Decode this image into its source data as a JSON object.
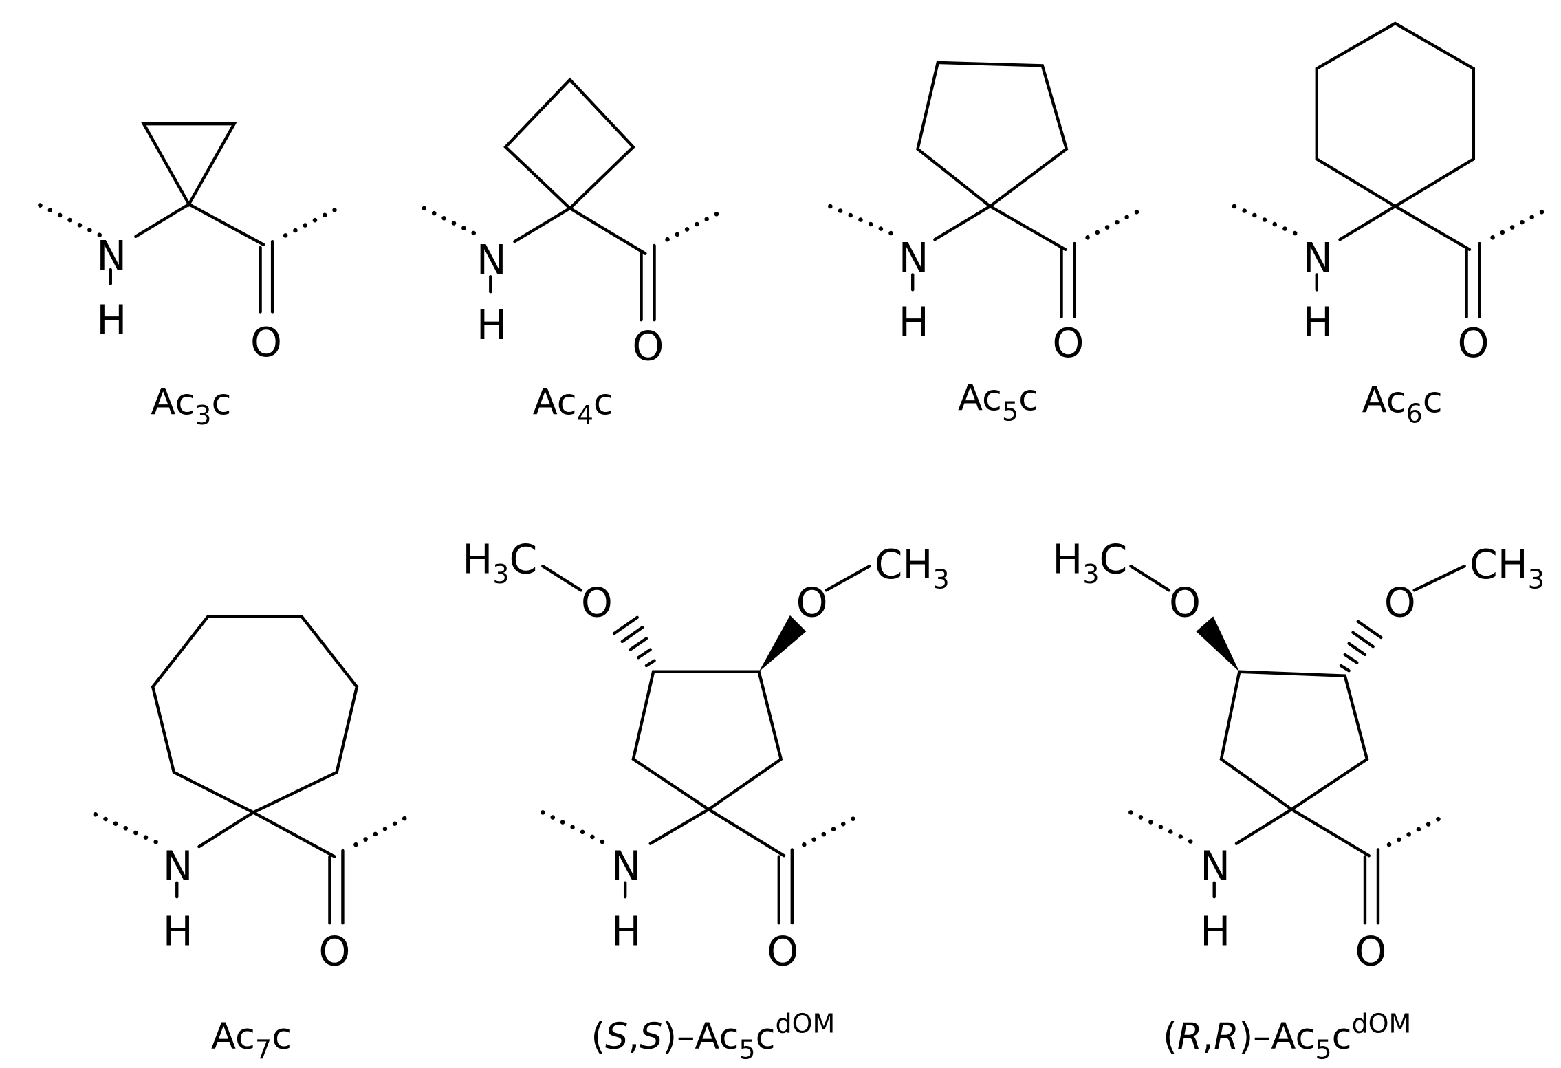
{
  "figure": {
    "background": "#ffffff",
    "line_color": "#000000",
    "atoms": {
      "N": "N",
      "H": "H",
      "O": "O",
      "H3C_main": "H",
      "H3C_sub": "3",
      "H3C_end": "C",
      "CH3_main": "CH",
      "CH3_sub": "3"
    },
    "molecules": [
      {
        "id": "ac3c",
        "label": {
          "base": "Ac",
          "sub": "3",
          "end": "c"
        }
      },
      {
        "id": "ac4c",
        "label": {
          "base": "Ac",
          "sub": "4",
          "end": "c"
        }
      },
      {
        "id": "ac5c",
        "label": {
          "base": "Ac",
          "sub": "5",
          "end": "c"
        }
      },
      {
        "id": "ac6c",
        "label": {
          "base": "Ac",
          "sub": "6",
          "end": "c"
        }
      },
      {
        "id": "ac7c",
        "label": {
          "base": "Ac",
          "sub": "7",
          "end": "c"
        }
      },
      {
        "id": "ss-ac5cdom",
        "label": {
          "open": "(",
          "c1": "S",
          "comma": ",",
          "c2": "S",
          "close": ")–Ac",
          "sub": "5",
          "end": "c",
          "sup": "dOM"
        }
      },
      {
        "id": "rr-ac5cdom",
        "label": {
          "open": "(",
          "c1": "R",
          "comma": ",",
          "c2": "R",
          "close": ")–Ac",
          "sub": "5",
          "end": "c",
          "sup": "dOM"
        }
      }
    ]
  }
}
